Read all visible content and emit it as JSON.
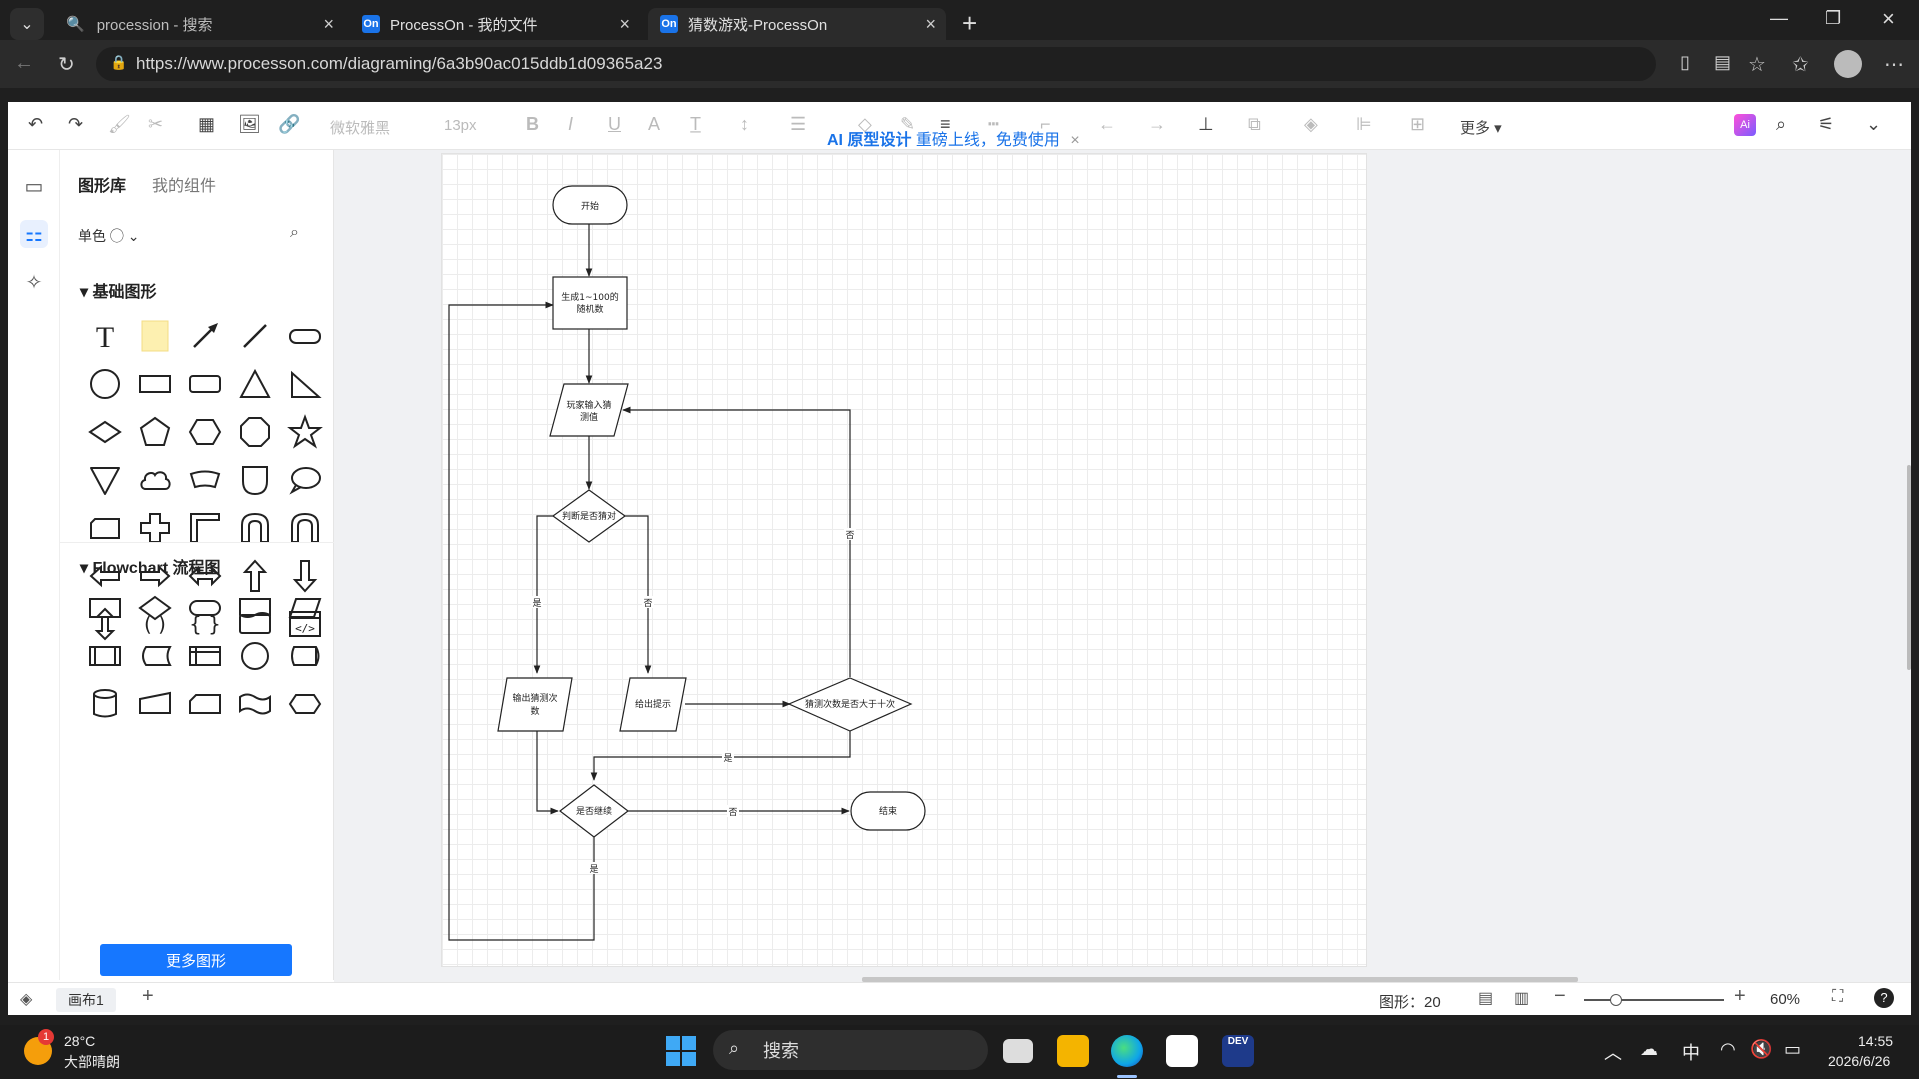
{
  "browser": {
    "tabs": [
      {
        "title": "procession - 搜索",
        "active": false
      },
      {
        "title": "ProcessOn - 我的文件",
        "active": false,
        "icon": "On"
      },
      {
        "title": "猜数游戏-ProcessOn",
        "active": true,
        "icon": "On"
      }
    ],
    "url": "https://www.processon.com/diagraming/6a3b90ac015ddb1d09365a23"
  },
  "toolbar": {
    "font_family": "微软雅黑",
    "font_size": "13px",
    "more_label": "更多",
    "ai_banner_bold": "AI 原型设计",
    "ai_banner_text": " 重磅上线，免费使用"
  },
  "library": {
    "tabs": [
      "图形库",
      "我的组件"
    ],
    "color_mode": "单色",
    "section_basic": "基础图形",
    "section_flowchart": "Flowchart 流程图",
    "more_button": "更多图形"
  },
  "flowchart": {
    "start": "开始",
    "generate_line1": "生成1~100的",
    "generate_line2": "随机数",
    "input_line1": "玩家输入猜",
    "input_line2": "测值",
    "judge": "判断是否猜对",
    "yes": "是",
    "no": "否",
    "output_line1": "输出猜测次",
    "output_line2": "数",
    "hint": "给出提示",
    "over_ten": "猜测次数是否大于十次",
    "continue": "是否继续",
    "end": "结束"
  },
  "status": {
    "page_tab": "画布1",
    "shape_count_label": "图形：",
    "shape_count": "20",
    "zoom": "60%"
  },
  "taskbar": {
    "weather_temp": "28°C",
    "weather_desc": "大部晴朗",
    "weather_badge": "1",
    "search_placeholder": "搜索",
    "ime": "中",
    "time": "14:55",
    "date": "2026/6/26"
  },
  "colors": {
    "accent": "#1677ff",
    "browser_bg": "#1f1f1f",
    "canvas_bg": "#f0f1f3"
  }
}
